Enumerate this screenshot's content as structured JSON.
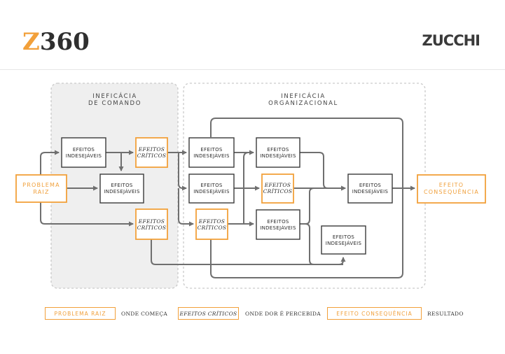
{
  "header": {
    "logo_left_z": "Z",
    "logo_left_rest": "360",
    "logo_right": "ZUCCHI"
  },
  "regions": {
    "command": {
      "line1": "INEFICÁCIA",
      "line2": "DE COMANDO"
    },
    "organizational": {
      "line1": "INEFICÁCIA",
      "line2": "ORGANIZACIONAL"
    }
  },
  "nodes": {
    "root": {
      "line1": "PROBLEMA",
      "line2": "RAIZ"
    },
    "ind_a": {
      "line1": "EFEITOS",
      "line2": "INDESEJÁVEIS"
    },
    "ind_b": {
      "line1": "EFEITOS",
      "line2": "INDESEJÁVEIS"
    },
    "crit_a": {
      "line1": "EFEITOS",
      "line2": "CRÍTICOS"
    },
    "crit_b": {
      "line1": "EFEITOS",
      "line2": "CRÍTICOS"
    },
    "ind_c": {
      "line1": "EFEITOS",
      "line2": "INDESEJÁVEIS"
    },
    "ind_d": {
      "line1": "EFEITOS",
      "line2": "INDESEJÁVEIS"
    },
    "crit_c": {
      "line1": "EFEITOS",
      "line2": "CRÍTICOS"
    },
    "ind_e": {
      "line1": "EFEITOS",
      "line2": "INDESEJÁVEIS"
    },
    "crit_d": {
      "line1": "EFEITOS",
      "line2": "CRÍTICOS"
    },
    "ind_f": {
      "line1": "EFEITOS",
      "line2": "INDESEJÁVEIS"
    },
    "ind_g": {
      "line1": "EFEITOS",
      "line2": "INDESEJÁVEIS"
    },
    "ind_h": {
      "line1": "EFEITOS",
      "line2": "INDESEJÁVEIS"
    },
    "consequence": {
      "line1": "EFEITO",
      "line2": "CONSEQUÊNCIA"
    }
  },
  "legend": {
    "root_label": "PROBLEMA RAIZ",
    "root_desc": "ONDE COMEÇA",
    "crit_label": "EFEITOS CRÍTICOS",
    "crit_desc": "ONDE DOR É PERCEBIDA",
    "cons_label": "EFEITO CONSEQUÊNCIA",
    "cons_desc": "RESULTADO"
  },
  "colors": {
    "accent": "#f2a03a",
    "line": "#6f6f6f",
    "box": "#3a3a3a",
    "region_fill": "#efefef",
    "region_border": "#c9c9c9"
  }
}
